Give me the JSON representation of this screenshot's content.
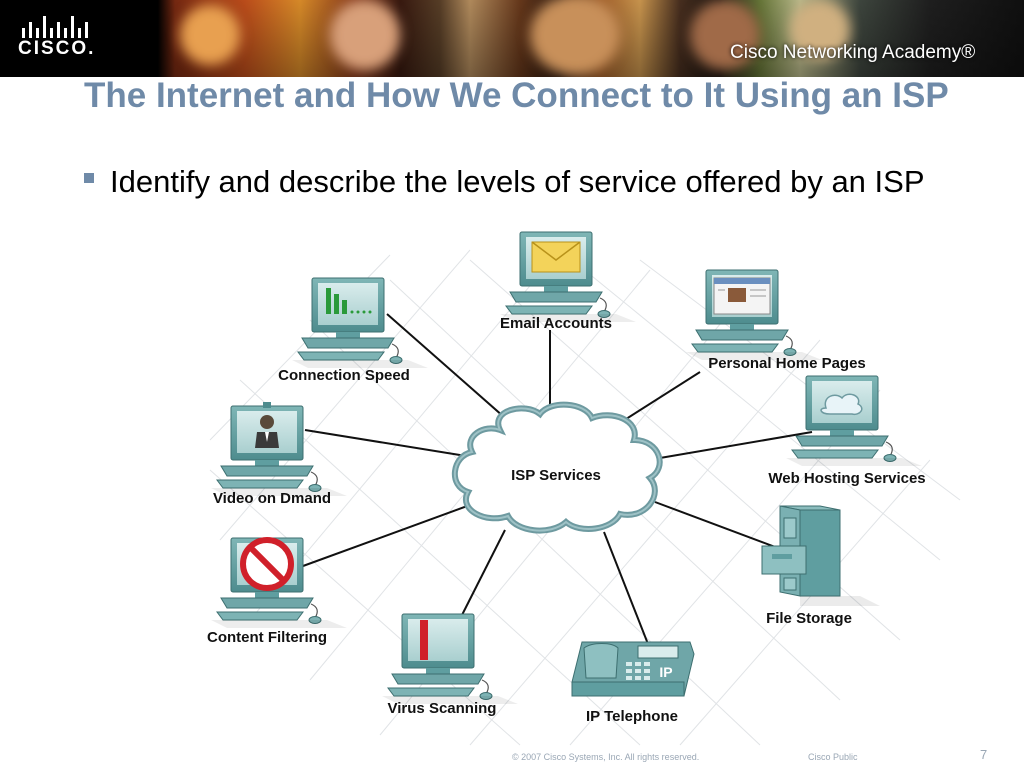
{
  "header": {
    "logo_text": "CISCO.",
    "academy_text": "Cisco Networking Academy®"
  },
  "slide": {
    "title": "The Internet and How We Connect to It Using an ISP",
    "bullet": "Identify and describe the levels of service offered by an ISP"
  },
  "diagram": {
    "center_label": "ISP Services",
    "nodes": {
      "email": "Email Accounts",
      "personal": "Personal Home Pages",
      "webhosting": "Web Hosting Services",
      "filestorage": "File Storage",
      "telephone": "IP Telephone",
      "telephone_badge": "IP",
      "virus": "Virus Scanning",
      "filtering": "Content Filtering",
      "video": "Video on Dmand",
      "speed": "Connection Speed"
    },
    "colors": {
      "device_teal": "#5f9ea0",
      "cloud_outline": "#6e9aa0",
      "prohibition": "#d0202a",
      "envelope": "#f3d35a"
    }
  },
  "footer": {
    "copyright": "© 2007 Cisco Systems, Inc. All rights reserved.",
    "classification": "Cisco Public",
    "page_number": "7"
  }
}
